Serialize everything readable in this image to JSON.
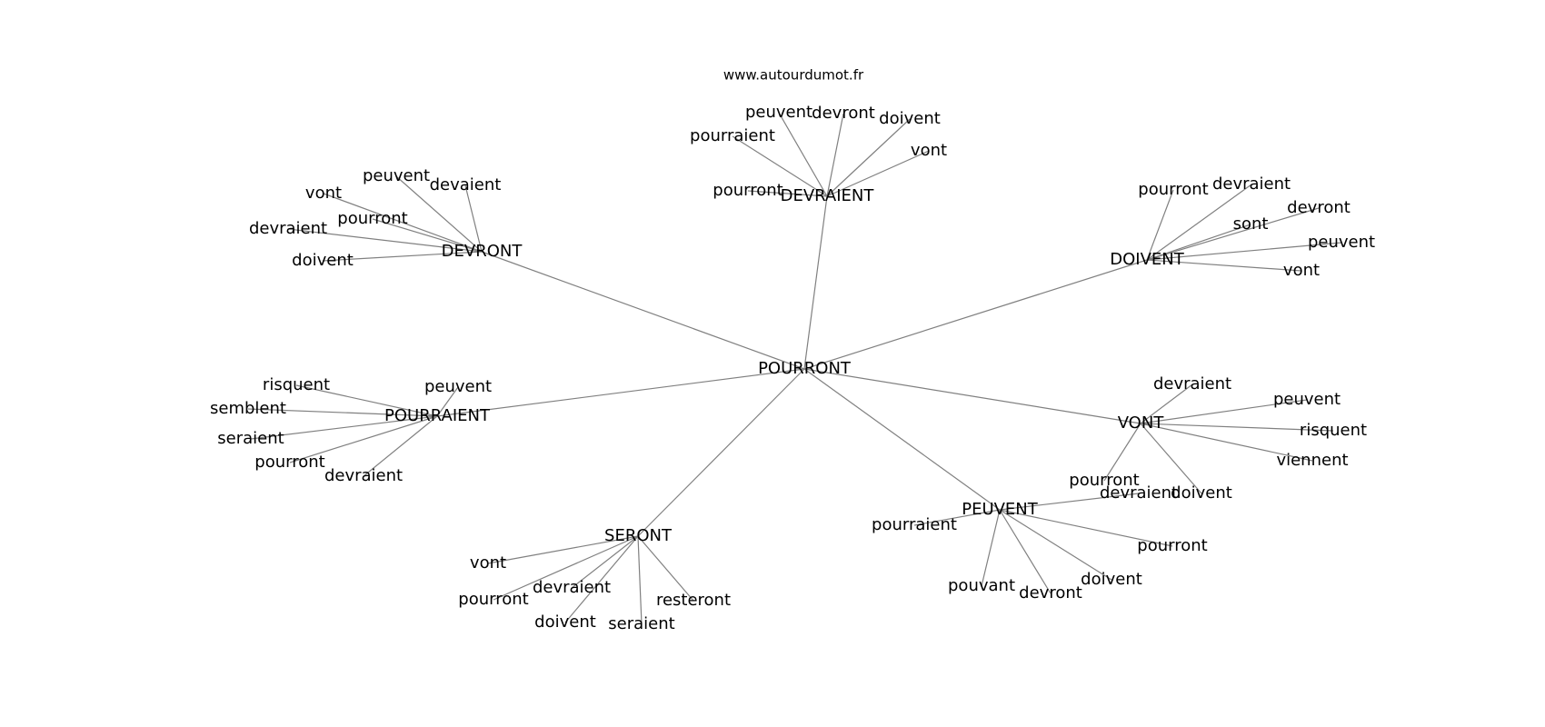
{
  "source": "www.autourdumot.fr",
  "graph": {
    "center": "POURRONT",
    "hubs": [
      {
        "word": "DEVRONT",
        "neighbors": [
          "peuvent",
          "devaient",
          "vont",
          "pourront",
          "devraient",
          "doivent"
        ]
      },
      {
        "word": "DEVRAIENT",
        "neighbors": [
          "peuvent",
          "devront",
          "doivent",
          "pourraient",
          "vont",
          "pourront"
        ]
      },
      {
        "word": "DOIVENT",
        "neighbors": [
          "pourront",
          "devraient",
          "devront",
          "sont",
          "peuvent",
          "vont"
        ]
      },
      {
        "word": "POURRAIENT",
        "neighbors": [
          "risquent",
          "peuvent",
          "semblent",
          "seraient",
          "pourront",
          "devraient"
        ]
      },
      {
        "word": "VONT",
        "neighbors": [
          "devraient",
          "peuvent",
          "risquent",
          "viennent",
          "pourront",
          "doivent"
        ]
      },
      {
        "word": "PEUVENT",
        "neighbors": [
          "devraient",
          "pourraient",
          "pourront",
          "doivent",
          "pouvant",
          "devront"
        ]
      },
      {
        "word": "SERONT",
        "neighbors": [
          "vont",
          "pourront",
          "devraient",
          "resteront",
          "doivent",
          "seraient"
        ]
      }
    ]
  }
}
